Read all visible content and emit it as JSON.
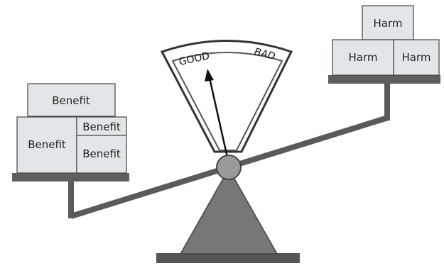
{
  "gauge": {
    "good_label": "GOOD",
    "bad_label": "BAD"
  },
  "left_pan": {
    "boxes": [
      "Benefit",
      "Benefit",
      "Benefit",
      "Benefit"
    ]
  },
  "right_pan": {
    "boxes": [
      "Harm",
      "Harm",
      "Harm"
    ]
  },
  "colors": {
    "box_fill": "#e3e6e8",
    "beam": "#5c5c5c",
    "base": "#6d6d6d",
    "outline": "#333333"
  }
}
